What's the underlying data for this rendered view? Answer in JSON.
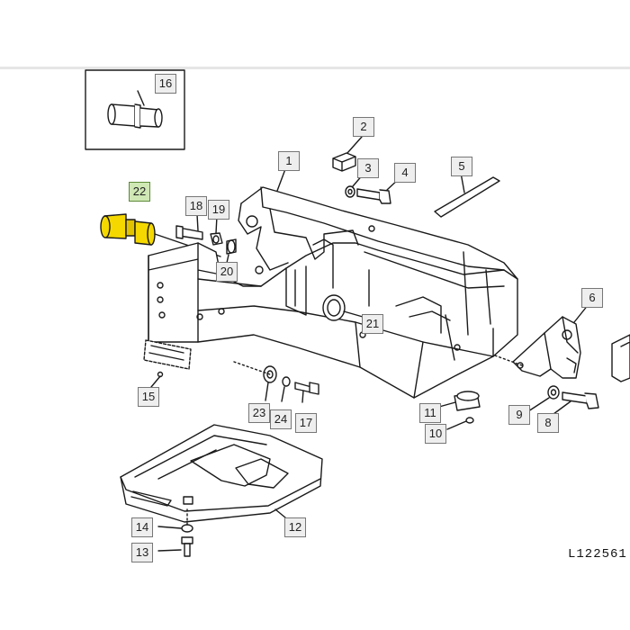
{
  "callouts": {
    "c1": "1",
    "c2": "2",
    "c3": "3",
    "c4": "4",
    "c5": "5",
    "c6": "6",
    "c8": "8",
    "c9": "9",
    "c10": "10",
    "c11": "11",
    "c12": "12",
    "c13": "13",
    "c14": "14",
    "c15": "15",
    "c16": "16",
    "c17": "17",
    "c18": "18",
    "c19": "19",
    "c20": "20",
    "c21": "21",
    "c22": "22",
    "c23": "23",
    "c24": "24"
  },
  "drawing_number": "L122561",
  "colors": {
    "highlight_part": "#f5d800",
    "highlight_label": "#cfe8b4",
    "line": "#1a1a1a"
  }
}
